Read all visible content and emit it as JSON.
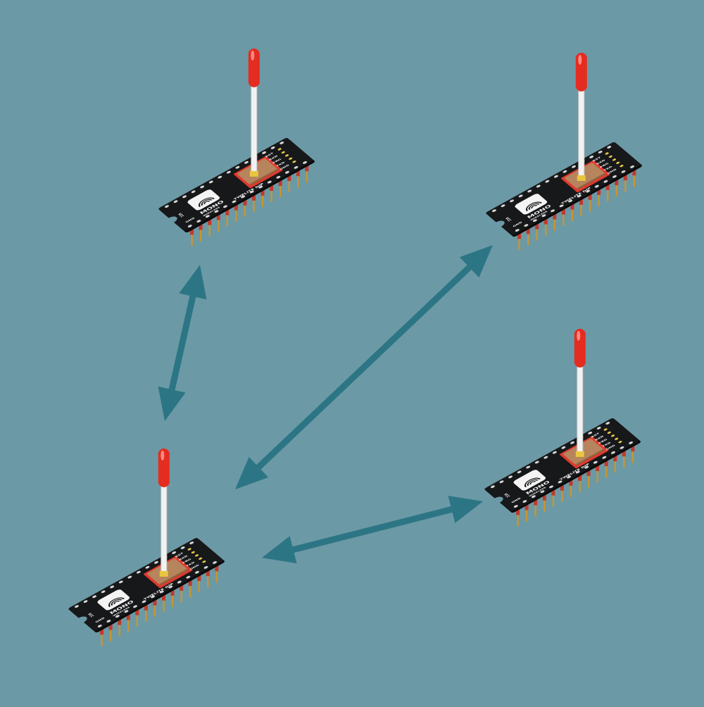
{
  "colors": {
    "background": "#6c99a6",
    "arrow": "#2c7584",
    "pcb": "#17181a",
    "pcb_edge": "#0a0a0b",
    "shield": "#b6845d",
    "solder_mask_red": "#e0392e",
    "antenna_wire": "#f2f2f2",
    "antenna_cap": "#e52c20",
    "pin_gold": "#c9952f",
    "pin_red": "#c0392b"
  },
  "modules": [
    {
      "id": "top-left",
      "pcb_labels": {
        "brand": "MONO",
        "brand_sub": "WIRELESS",
        "model": "TWELITE DIP",
        "vcc": "VCC",
        "gnd": "GND",
        "pins": [
          "RST",
          "RXD",
          "PRG",
          "TXD",
          "GND"
        ]
      }
    },
    {
      "id": "top-right",
      "pcb_labels": {
        "brand": "MONO",
        "brand_sub": "WIRELESS",
        "model": "TWELITE DIP",
        "vcc": "VCC",
        "gnd": "GND",
        "pins": [
          "RST",
          "RXD",
          "PRG",
          "TXD",
          "GND"
        ]
      }
    },
    {
      "id": "bottom-left",
      "pcb_labels": {
        "brand": "MONO",
        "brand_sub": "WIRELESS",
        "model": "TWELITE DIP",
        "vcc": "VCC",
        "gnd": "GND",
        "pins": [
          "RST",
          "RXD",
          "PRG",
          "TXD",
          "GND"
        ]
      }
    },
    {
      "id": "bottom-right",
      "pcb_labels": {
        "brand": "MONO",
        "brand_sub": "WIRELESS",
        "model": "TWELITE DIP",
        "vcc": "VCC",
        "gnd": "GND",
        "pins": [
          "RST",
          "RXD",
          "PRG",
          "TXD",
          "GND"
        ]
      }
    }
  ],
  "links": [
    {
      "from": "top-left",
      "to": "bottom-left",
      "style": "double-arrow"
    },
    {
      "from": "bottom-left",
      "to": "top-right",
      "style": "double-arrow"
    },
    {
      "from": "bottom-left",
      "to": "bottom-right",
      "style": "double-arrow"
    }
  ]
}
